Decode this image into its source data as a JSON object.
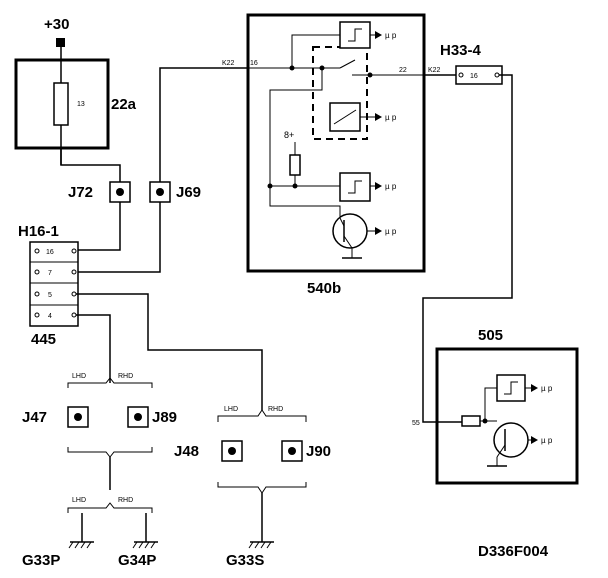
{
  "supply": {
    "label": "+30"
  },
  "fuse": {
    "number": "13",
    "label": "22a"
  },
  "connectors": {
    "j72": "J72",
    "j69": "J69",
    "j47": "J47",
    "j89": "J89",
    "j48": "J48",
    "j90": "J90"
  },
  "h16": {
    "label": "H16-1",
    "part": "445",
    "pins": [
      "16",
      "7",
      "5",
      "4"
    ]
  },
  "module_540b": {
    "label": "540b",
    "supply_label": "8+",
    "pin_left": "16",
    "pin_right": "22",
    "wire_code_left": "K22",
    "wire_code_right": "K22",
    "mu_label": "µ p"
  },
  "h33": {
    "label": "H33-4",
    "pin": "16"
  },
  "module_505": {
    "label": "505",
    "pin": "55",
    "mu_label": "µ p"
  },
  "variants": {
    "lhd": "LHD",
    "rhd": "RHD"
  },
  "grounds": {
    "g33p": "G33P",
    "g34p": "G34P",
    "g33s": "G33S"
  },
  "figure_id": "D336F004"
}
